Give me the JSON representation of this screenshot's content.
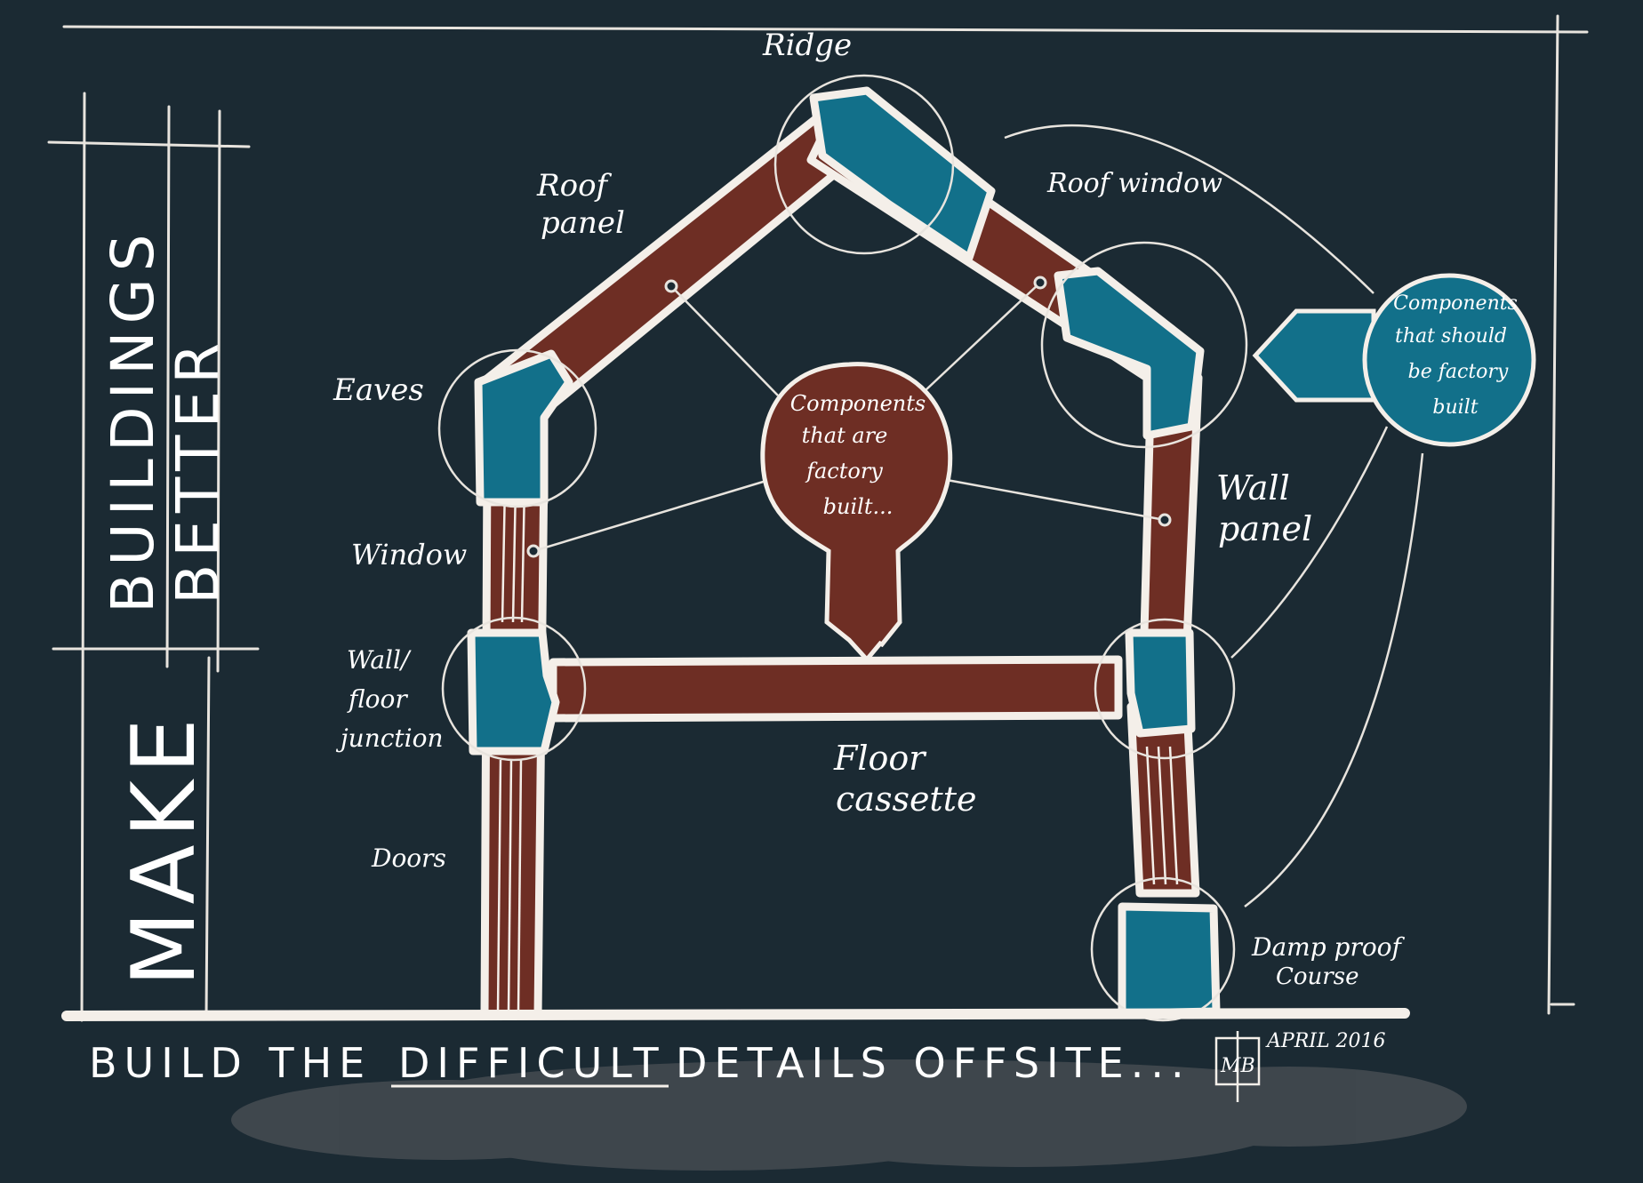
{
  "colors": {
    "background": "#1b2a33",
    "panel_brown": "#6e2e24",
    "joint_teal": "#12708a",
    "outline": "#f4efe9",
    "ground_cloud": "#5c5e62"
  },
  "title": {
    "make": "MAKE",
    "buildings": "BUILDINGS",
    "better": "BETTER"
  },
  "labels": {
    "ridge": "Ridge",
    "roof_panel_1": "Roof",
    "roof_panel_2": "panel",
    "roof_window": "Roof window",
    "eaves": "Eaves",
    "window": "Window",
    "wall_floor_1": "Wall/",
    "wall_floor_2": "floor",
    "wall_floor_3": "junction",
    "doors": "Doors",
    "floor_cassette_1": "Floor",
    "floor_cassette_2": "cassette",
    "wall_panel_1": "Wall",
    "wall_panel_2": "panel",
    "damp_1": "Damp proof",
    "damp_2": "Course"
  },
  "callouts": {
    "factory_built": [
      "Components",
      "that are",
      "factory",
      "built..."
    ],
    "should_be": [
      "Components",
      "that should",
      "be factory",
      "built"
    ]
  },
  "footer": {
    "pre": "BUILD THE",
    "emphasis": "DIFFICULT",
    "post": "DETAILS OFFSITE...",
    "date": "APRIL 2016",
    "signature": "MB"
  },
  "icons": {
    "signature": "signature-monogram-icon"
  }
}
